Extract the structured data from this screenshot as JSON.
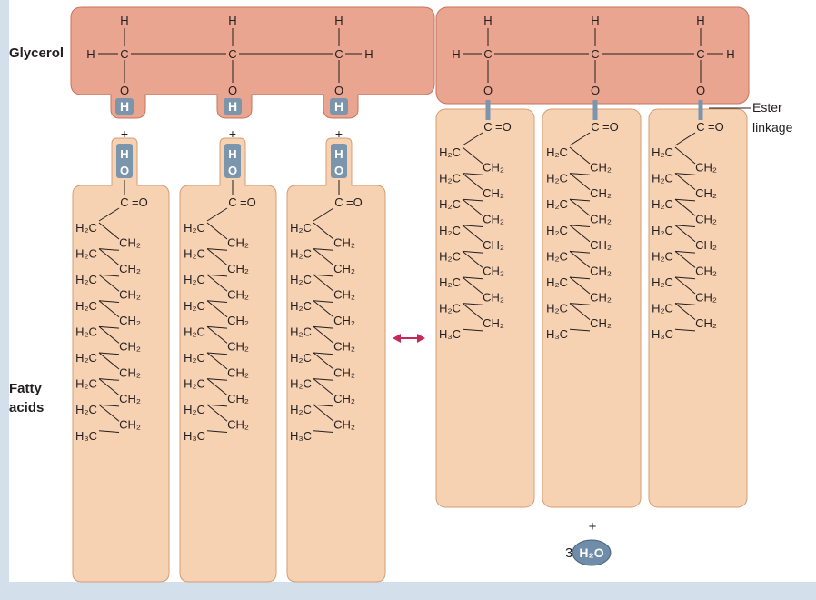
{
  "labels": {
    "glycerol": "Glycerol",
    "fatty_acids_line1": "Fatty",
    "fatty_acids_line2": "acids",
    "ester_line1": "Ester",
    "ester_line2": "linkage"
  },
  "symbols": {
    "h": "H",
    "c": "C",
    "o": "O",
    "eq_o": "=O",
    "plus": "+",
    "h2c": "H₂C",
    "ch2": "CH₂",
    "h3c": "H₃C",
    "coef": "3",
    "water": "H₂O"
  },
  "colors": {
    "page_bg": "#d3dfeb",
    "panel_bg": "#ffffff",
    "glycerol_fill": "#e9a590",
    "glycerol_stroke": "#c7735e",
    "fatty_fill": "#f6d1b2",
    "fatty_stroke": "#d49d76",
    "highlight": "#7b95ad",
    "arrow": "#c5295a",
    "water_fill": "#6f8ca8",
    "ink": "#231f20"
  }
}
